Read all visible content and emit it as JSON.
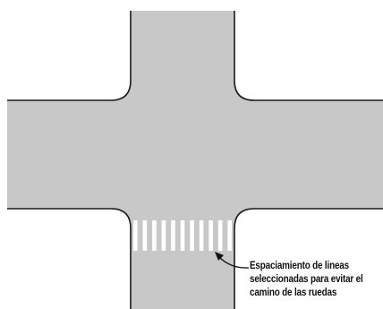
{
  "colors": {
    "road_fill": "#c8c8c8",
    "road_edge": "#1a1a1a",
    "crosswalk_stripe": "#ffffff",
    "background": "#ffffff",
    "text": "#111111"
  },
  "crosswalk": {
    "stripe_count": 11
  },
  "annotation": {
    "lines": [
      "Espaciamiento de lineas",
      "seleccionadas para evitar el",
      "camino de las ruedas"
    ]
  }
}
